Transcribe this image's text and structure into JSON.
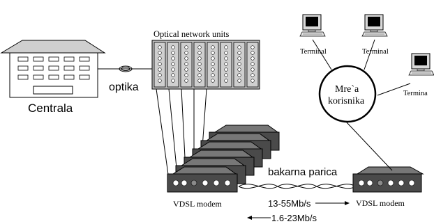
{
  "diagram": {
    "central_label": "Centrala",
    "optics_label": "optika",
    "onu_label": "Optical network units",
    "copper_label": "bakarna parica",
    "vdsl_modem_left_label": "VDSL modem",
    "vdsl_modem_right_label": "VDSL modem",
    "downstream_rate": "13-55Mb/s",
    "upstream_rate": "1.6-23Mb/s",
    "network_label_line1": "Mre`a",
    "network_label_line2": "korisnika",
    "terminal_1_label": "Terminal",
    "terminal_2_label": "Terminal",
    "terminal_3_label": "Termina"
  }
}
